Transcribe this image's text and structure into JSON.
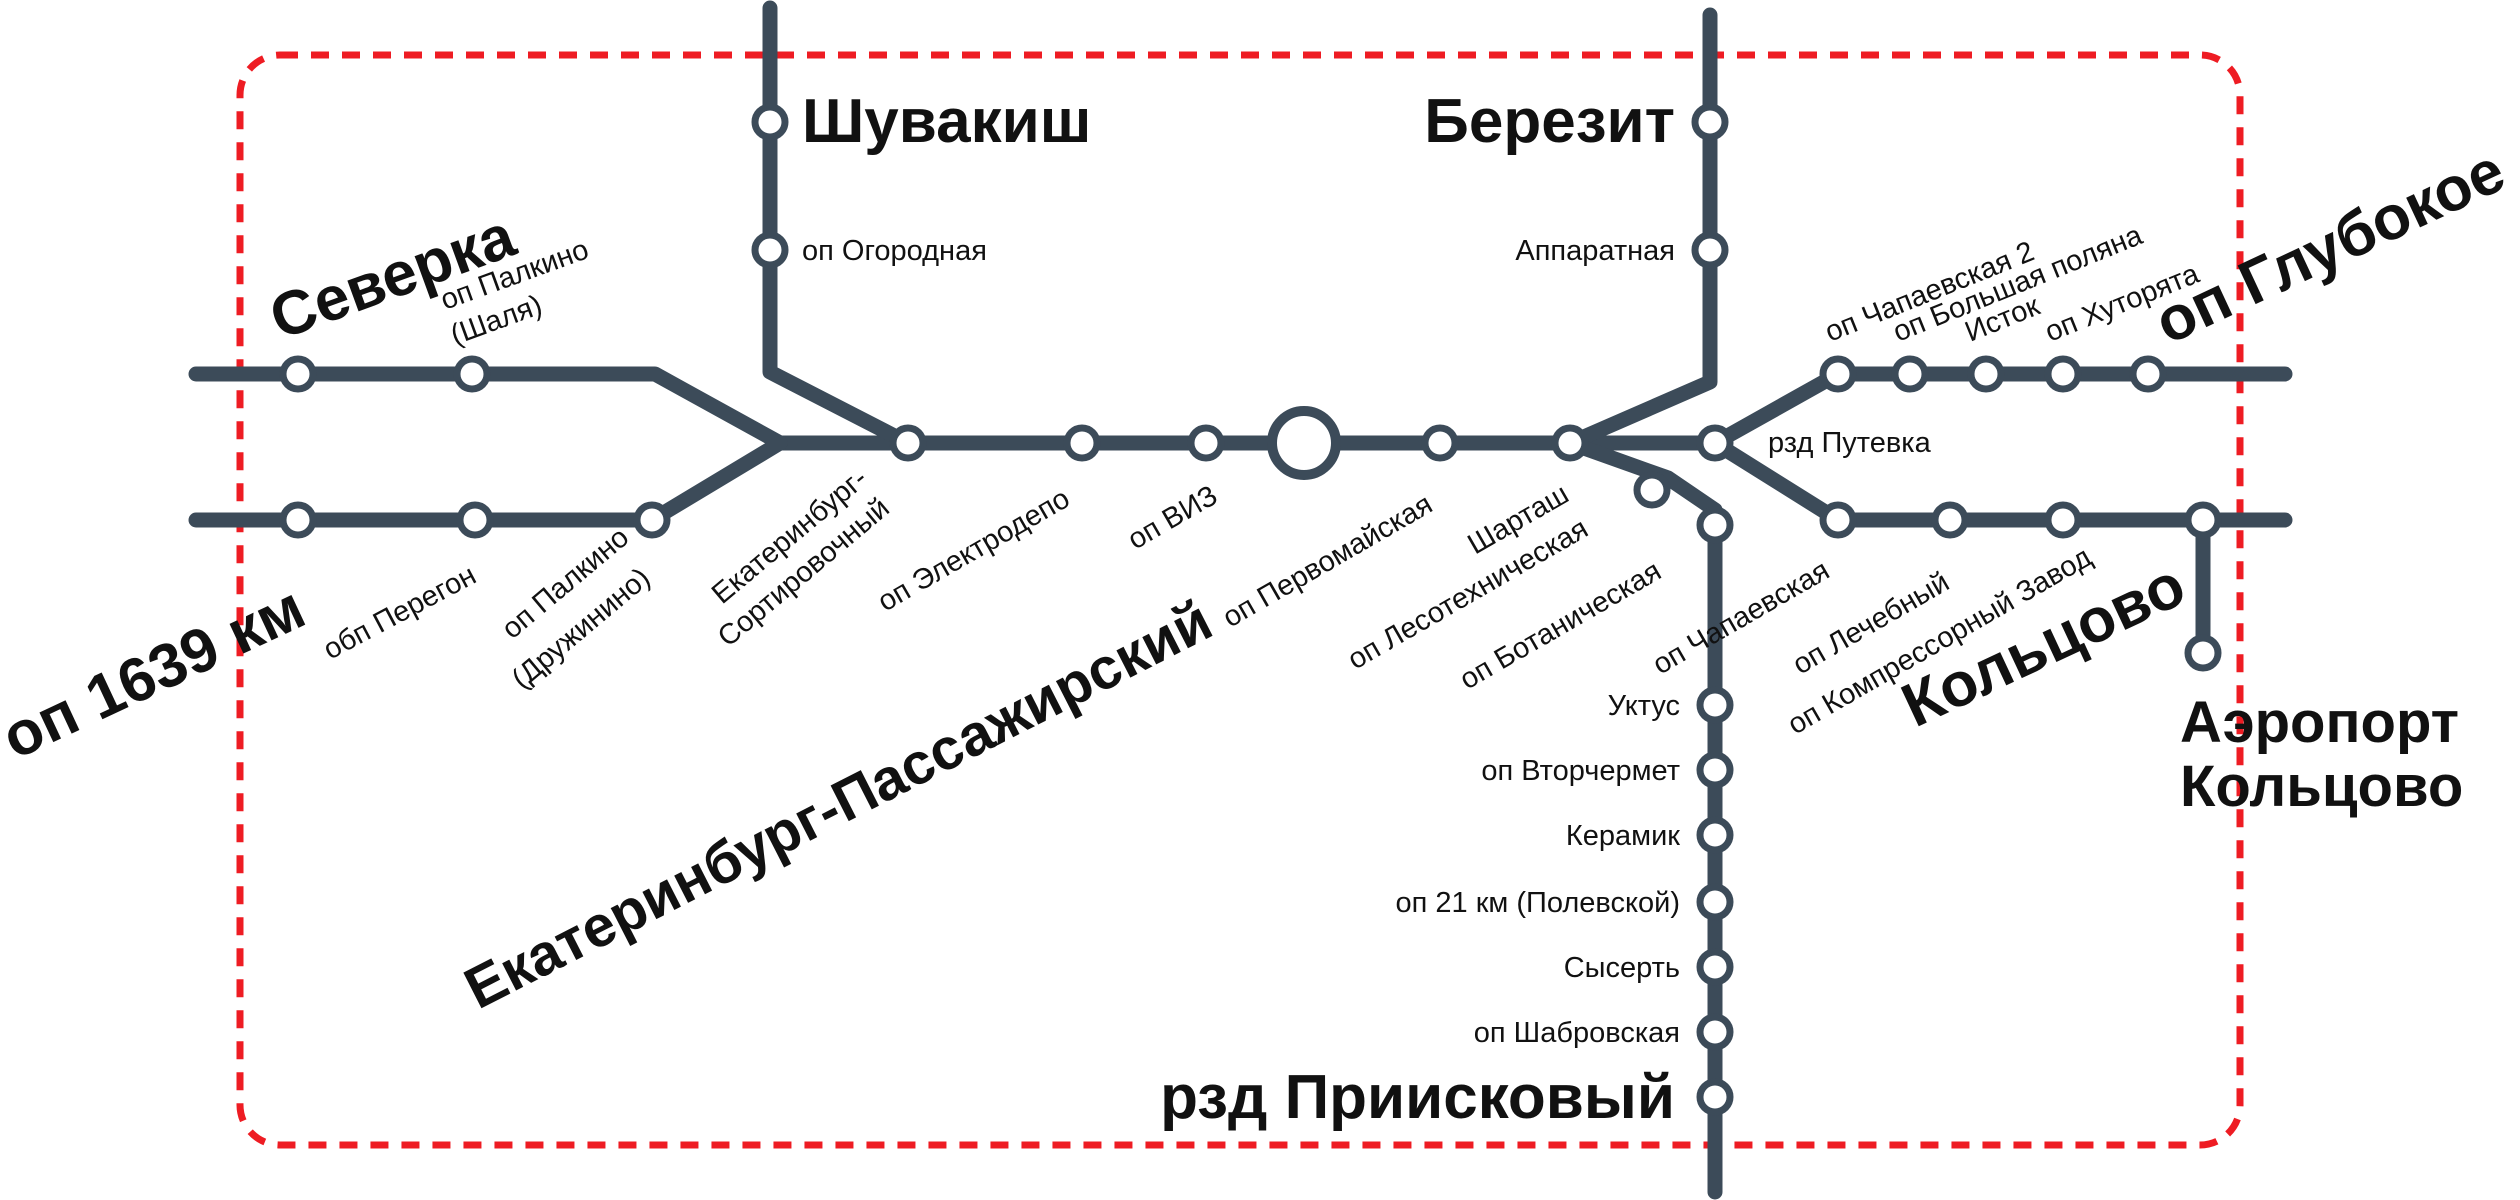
{
  "colors": {
    "track": "#3c4b59",
    "zone_border": "#ee1c23",
    "station_fill": "#ffffff",
    "text": "#111111"
  },
  "stations": {
    "shuvakish": "Шувакиш",
    "ogorodnaya": "оп Огородная",
    "berezit": "Березит",
    "apparatnaya": "Аппаратная",
    "severka": "Северка",
    "palkino_shalya_1": "оп Палкино",
    "palkino_shalya_2": "(Шаля)",
    "km1639": "оп 1639 км",
    "peregon": "обп Перегон",
    "palkino_druzh_1": "оп Палкино",
    "palkino_druzh_2": "(Дружинино)",
    "sortirovochny_1": "Екатеринбург-",
    "sortirovochny_2": "Сортировочный",
    "elektrodepo": "оп Электродепо",
    "viz": "оп ВИЗ",
    "passazhirsky": "Екатеринбург-Пассажирский",
    "pervomayskaya": "оп Первомайская",
    "shartash": "Шарташ",
    "lesotekhnicheskaya": "оп Лесотехническая",
    "botanicheskaya": "оп Ботаническая",
    "chapaevskaya": "оп Чапаевская",
    "putevka": "рзд Путевка",
    "chapaevskaya2": "оп Чапаевская 2",
    "bolshaya_polyana": "оп Большая поляна",
    "istok": "Исток",
    "khutoryata": "оп Хуторята",
    "glubokoe": "оп Глубокое",
    "lechebny": "оп Лечебный",
    "kompressorny": "оп Компрессорный Завод",
    "koltsovo": "Кольцово",
    "aeroport_1": "Аэропорт",
    "aeroport_2": "Кольцово",
    "uktus": "Уктус",
    "vtorchermet": "оп Вторчермет",
    "keramik": "Керамик",
    "km21": "оп 21 км (Полевской)",
    "sysert": "Сысерть",
    "shabrovskaya": "оп Шабровская",
    "priiskovy": "рзд Приисковый"
  }
}
